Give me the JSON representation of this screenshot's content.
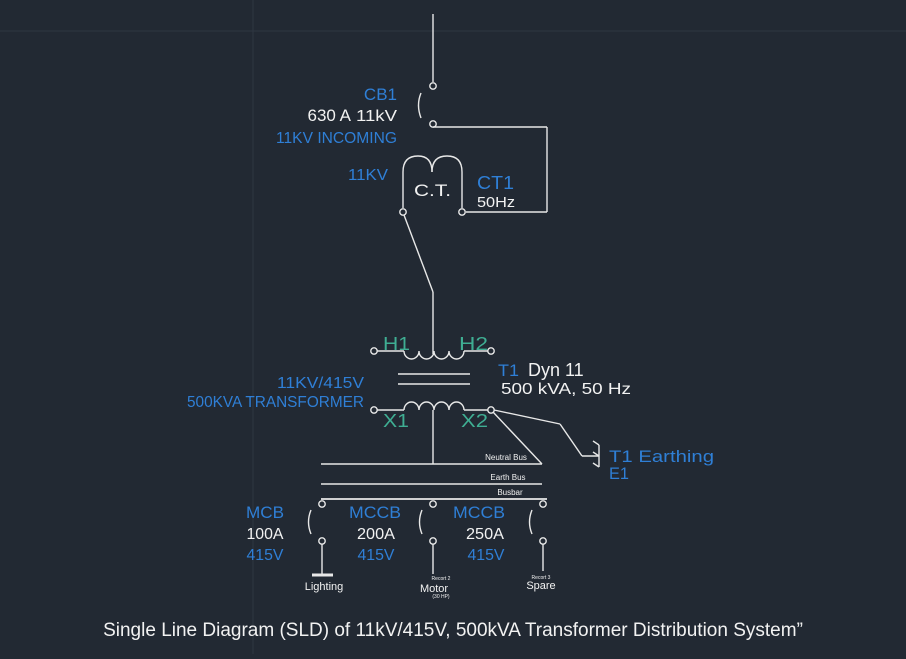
{
  "colors": {
    "background": "#222933",
    "line": "#e8e8e8",
    "label_blue": "#2f7fd6",
    "label_white": "#f2f2f2",
    "winding_green": "#3fae93"
  },
  "cb1": {
    "id": "CB1",
    "rating_a": "630 A",
    "rating_kv": "11kV",
    "title": "11KV INCOMING"
  },
  "ct": {
    "voltage": "11KV",
    "symbol": "C.T.",
    "id": "CT1",
    "freq": "50Hz"
  },
  "transformer": {
    "h1": "H1",
    "h2": "H2",
    "x1": "X1",
    "x2": "X2",
    "ratio": "11KV/415V",
    "name": "500KVA TRANSFORMER",
    "id": "T1",
    "vector_group": "Dyn 11",
    "rating": "500 kVA, 50 Hz"
  },
  "earthing": {
    "label1": "T1  Earthing",
    "label2": "E1"
  },
  "buses": {
    "neutral": "Neutral Bus",
    "earth": "Earth Bus",
    "bus": "Busbar"
  },
  "feeders": [
    {
      "type": "MCB",
      "amps": "100A",
      "volts": "415V",
      "load": "Lighting",
      "tag": "",
      "sub": ""
    },
    {
      "type": "MCCB",
      "amps": "200A",
      "volts": "415V",
      "load": "Motor",
      "tag": "Recort 2",
      "sub": "(30 HP)"
    },
    {
      "type": "MCCB",
      "amps": "250A",
      "volts": "415V",
      "load": "Spare",
      "tag": "Recort 3",
      "sub": ""
    }
  ],
  "caption": "Single Line Diagram (SLD) of 11kV/415V, 500kVA Transformer Distribution System”"
}
